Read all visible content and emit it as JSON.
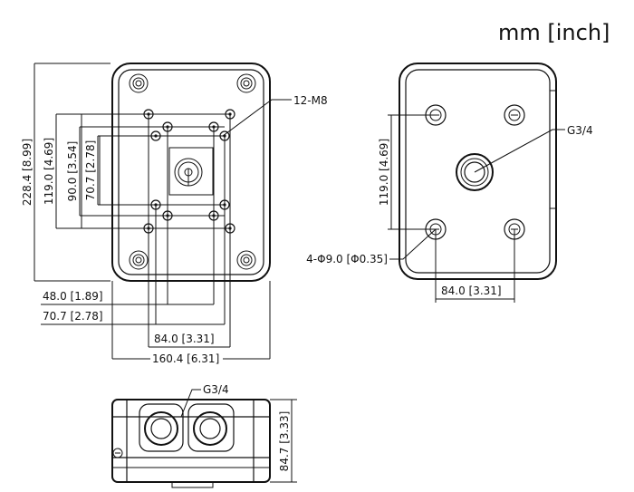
{
  "units_label": "mm [inch]",
  "front_view": {
    "callout_holes": "12-M8",
    "dims": {
      "height_total": "228.4 [8.99]",
      "height_119": "119.0 [4.69]",
      "height_90": "90.0 [3.54]",
      "height_70": "70.7 [2.78]",
      "width_48": "48.0 [1.89]",
      "width_70": "70.7 [2.78]",
      "width_84": "84.0 [3.31]",
      "width_160": "160.4 [6.31]"
    }
  },
  "back_view": {
    "callout_thread": "G3/4",
    "callout_holes": "4-Φ9.0 [Φ0.35]",
    "dims": {
      "height_119": "119.0 [4.69]",
      "width_84": "84.0 [3.31]"
    }
  },
  "side_view": {
    "callout_thread": "G3/4",
    "dims": {
      "height_84_7": "84.7 [3.33]"
    }
  }
}
